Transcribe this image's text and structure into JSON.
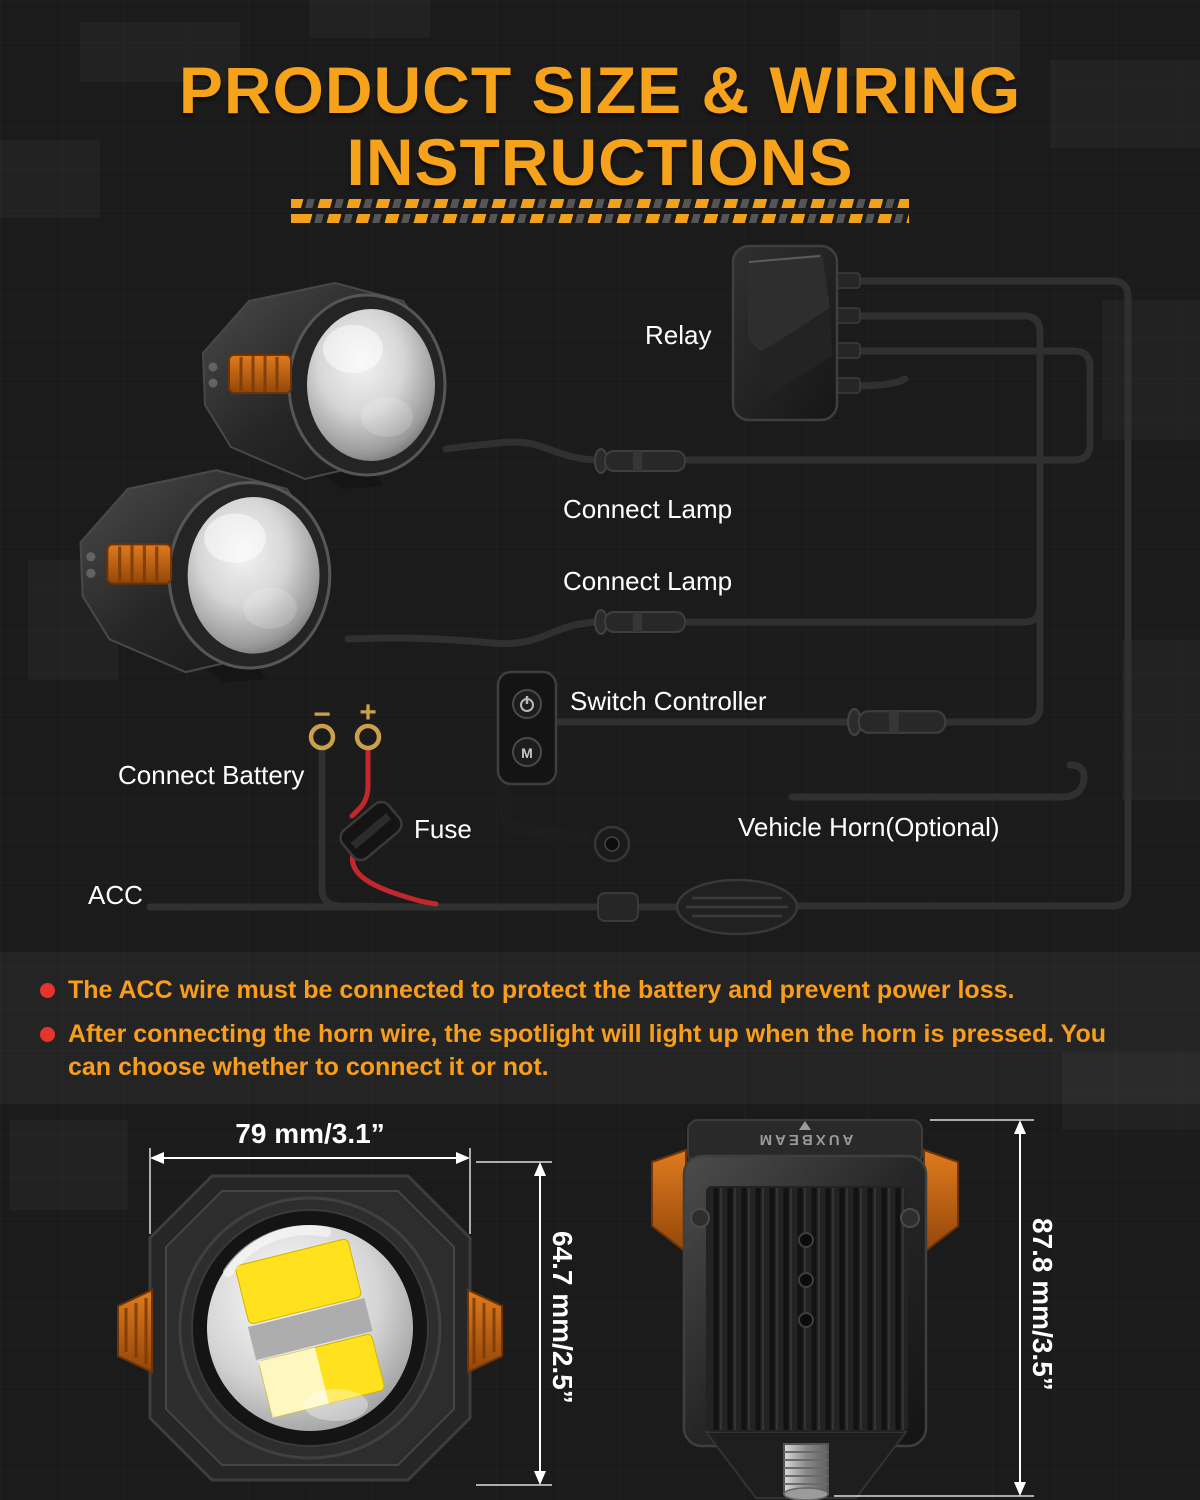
{
  "header": {
    "title_line1": "PRODUCT SIZE & WIRING",
    "title_line2": "INSTRUCTIONS"
  },
  "wiring": {
    "relay_label": "Relay",
    "connect_lamp_top_label": "Connect Lamp",
    "connect_lamp_bottom_label": "Connect Lamp",
    "switch_controller_label": "Switch Controller",
    "connect_battery_label": "Connect Battery",
    "fuse_label": "Fuse",
    "vehicle_horn_label": "Vehicle Horn(Optional)",
    "acc_label": "ACC",
    "battery_minus_symbol": "−",
    "battery_plus_symbol": "+",
    "switch_mode_button": "M"
  },
  "notes": {
    "items": [
      "The ACC wire must be connected to protect the battery and prevent power loss.",
      "After connecting the horn wire, the spotlight will light up when the horn is pressed. You can choose whether to connect it or not."
    ]
  },
  "size_section": {
    "front_width": "79 mm/3.1”",
    "front_height": "64.7 mm/2.5”",
    "back_height": "87.8 mm/3.5”",
    "brand": "AUXBEAM"
  },
  "colors": {
    "accent_orange": "#F6A21B",
    "note_orange": "#F99E1A",
    "bullet_red": "#E8342A",
    "background": "#1B1B1B",
    "label_white": "#FFFFFF",
    "amber_reflector": "#C06018",
    "wire_red": "#C1272D"
  }
}
